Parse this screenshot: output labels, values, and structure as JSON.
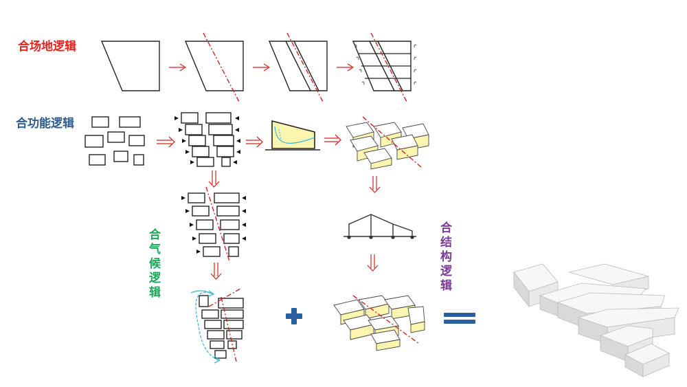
{
  "labels": {
    "site_logic": "合场地逻辑",
    "function_logic": "合功能逻辑",
    "climate_logic": "合气候逻辑",
    "structure_logic": "合结构逻辑"
  },
  "colors": {
    "site_label": "#e8201c",
    "function_label": "#2f5b8d",
    "climate_label": "#1aa85a",
    "structure_label": "#7b3a93",
    "axis_line": "#d42020",
    "arrow": "#d42020",
    "plus": "#2c5fa0",
    "equals": "#2c5fa0",
    "volume_fill": "#fcf5b0",
    "wind": "#3fb8d8"
  }
}
